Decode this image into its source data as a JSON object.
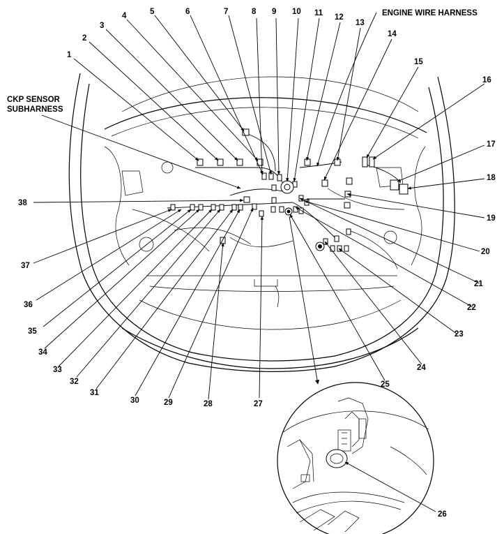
{
  "labels": {
    "engine_wire_harness": "ENGINE WIRE HARNESS",
    "ckp_line1": "CKP SENSOR",
    "ckp_line2": "SUBHARNESS"
  },
  "callouts": [
    "1",
    "2",
    "3",
    "4",
    "5",
    "6",
    "7",
    "8",
    "9",
    "10",
    "11",
    "12",
    "13",
    "14",
    "15",
    "16",
    "17",
    "18",
    "19",
    "20",
    "21",
    "22",
    "23",
    "24",
    "25",
    "26",
    "27",
    "28",
    "29",
    "30",
    "31",
    "32",
    "33",
    "34",
    "35",
    "36",
    "37",
    "38"
  ]
}
